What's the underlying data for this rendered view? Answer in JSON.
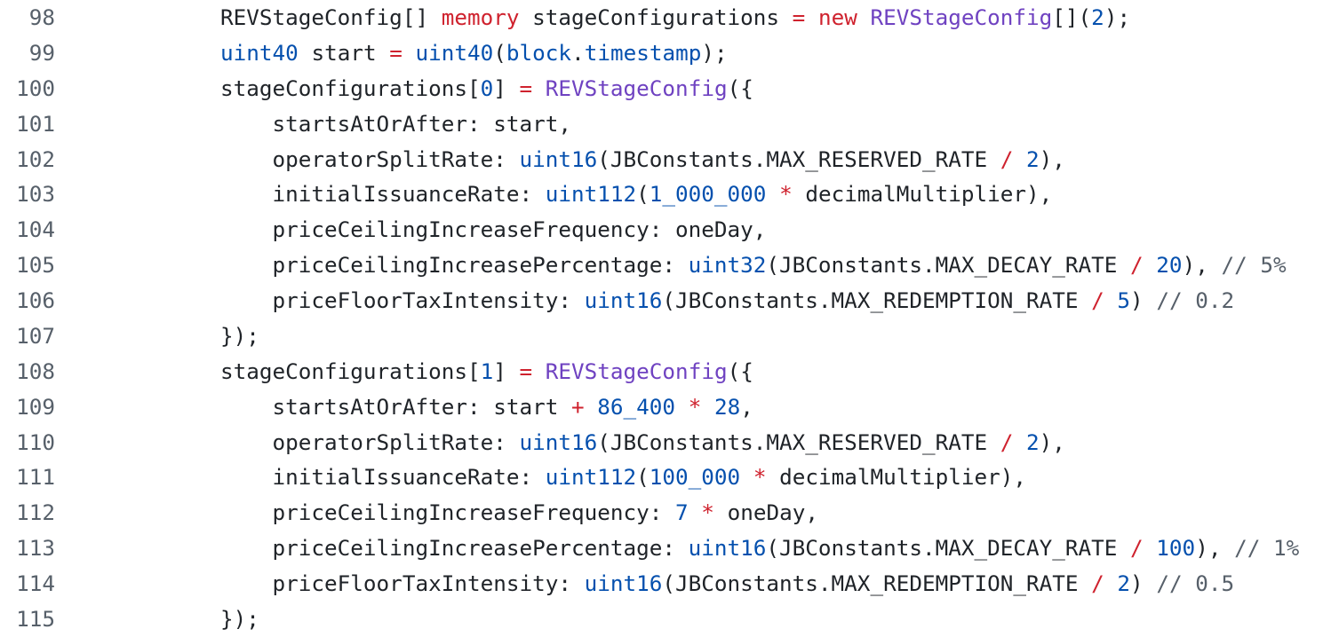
{
  "editor": {
    "language": "solidity",
    "colors": {
      "background": "#ffffff",
      "plain": "#1f2328",
      "keyword": "#cf222e",
      "constant": "#0550ae",
      "entity": "#6f42c1",
      "comment": "#57606a",
      "line_number": "#57606a"
    },
    "token_legend": {
      "p": "plain-text",
      "k": "keyword-or-operator",
      "n": "type-or-number-constant",
      "e": "entity-type-name",
      "c": "comment"
    },
    "lines": [
      {
        "number": "98",
        "tokens": [
          [
            "p",
            "        REVStageConfig[] "
          ],
          [
            "k",
            "memory"
          ],
          [
            "p",
            " stageConfigurations "
          ],
          [
            "k",
            "="
          ],
          [
            "p",
            " "
          ],
          [
            "k",
            "new"
          ],
          [
            "p",
            " "
          ],
          [
            "e",
            "REVStageConfig"
          ],
          [
            "p",
            "[]("
          ],
          [
            "n",
            "2"
          ],
          [
            "p",
            ");"
          ]
        ]
      },
      {
        "number": "99",
        "tokens": [
          [
            "p",
            "        "
          ],
          [
            "n",
            "uint40"
          ],
          [
            "p",
            " start "
          ],
          [
            "k",
            "="
          ],
          [
            "p",
            " "
          ],
          [
            "n",
            "uint40"
          ],
          [
            "p",
            "("
          ],
          [
            "n",
            "block"
          ],
          [
            "p",
            "."
          ],
          [
            "n",
            "timestamp"
          ],
          [
            "p",
            ");"
          ]
        ]
      },
      {
        "number": "100",
        "tokens": [
          [
            "p",
            "        stageConfigurations["
          ],
          [
            "n",
            "0"
          ],
          [
            "p",
            "] "
          ],
          [
            "k",
            "="
          ],
          [
            "p",
            " "
          ],
          [
            "e",
            "REVStageConfig"
          ],
          [
            "p",
            "({"
          ]
        ]
      },
      {
        "number": "101",
        "tokens": [
          [
            "p",
            "            startsAtOrAfter: start,"
          ]
        ]
      },
      {
        "number": "102",
        "tokens": [
          [
            "p",
            "            operatorSplitRate: "
          ],
          [
            "n",
            "uint16"
          ],
          [
            "p",
            "(JBConstants.MAX_RESERVED_RATE "
          ],
          [
            "k",
            "/"
          ],
          [
            "p",
            " "
          ],
          [
            "n",
            "2"
          ],
          [
            "p",
            "),"
          ]
        ]
      },
      {
        "number": "103",
        "tokens": [
          [
            "p",
            "            initialIssuanceRate: "
          ],
          [
            "n",
            "uint112"
          ],
          [
            "p",
            "("
          ],
          [
            "n",
            "1_000_000"
          ],
          [
            "p",
            " "
          ],
          [
            "k",
            "*"
          ],
          [
            "p",
            " decimalMultiplier),"
          ]
        ]
      },
      {
        "number": "104",
        "tokens": [
          [
            "p",
            "            priceCeilingIncreaseFrequency: oneDay,"
          ]
        ]
      },
      {
        "number": "105",
        "tokens": [
          [
            "p",
            "            priceCeilingIncreasePercentage: "
          ],
          [
            "n",
            "uint32"
          ],
          [
            "p",
            "(JBConstants.MAX_DECAY_RATE "
          ],
          [
            "k",
            "/"
          ],
          [
            "p",
            " "
          ],
          [
            "n",
            "20"
          ],
          [
            "p",
            "), "
          ],
          [
            "c",
            "// 5%"
          ]
        ]
      },
      {
        "number": "106",
        "tokens": [
          [
            "p",
            "            priceFloorTaxIntensity: "
          ],
          [
            "n",
            "uint16"
          ],
          [
            "p",
            "(JBConstants.MAX_REDEMPTION_RATE "
          ],
          [
            "k",
            "/"
          ],
          [
            "p",
            " "
          ],
          [
            "n",
            "5"
          ],
          [
            "p",
            ") "
          ],
          [
            "c",
            "// 0.2"
          ]
        ]
      },
      {
        "number": "107",
        "tokens": [
          [
            "p",
            "        });"
          ]
        ]
      },
      {
        "number": "108",
        "tokens": [
          [
            "p",
            "        stageConfigurations["
          ],
          [
            "n",
            "1"
          ],
          [
            "p",
            "] "
          ],
          [
            "k",
            "="
          ],
          [
            "p",
            " "
          ],
          [
            "e",
            "REVStageConfig"
          ],
          [
            "p",
            "({"
          ]
        ]
      },
      {
        "number": "109",
        "tokens": [
          [
            "p",
            "            startsAtOrAfter: start "
          ],
          [
            "k",
            "+"
          ],
          [
            "p",
            " "
          ],
          [
            "n",
            "86_400"
          ],
          [
            "p",
            " "
          ],
          [
            "k",
            "*"
          ],
          [
            "p",
            " "
          ],
          [
            "n",
            "28"
          ],
          [
            "p",
            ","
          ]
        ]
      },
      {
        "number": "110",
        "tokens": [
          [
            "p",
            "            operatorSplitRate: "
          ],
          [
            "n",
            "uint16"
          ],
          [
            "p",
            "(JBConstants.MAX_RESERVED_RATE "
          ],
          [
            "k",
            "/"
          ],
          [
            "p",
            " "
          ],
          [
            "n",
            "2"
          ],
          [
            "p",
            "),"
          ]
        ]
      },
      {
        "number": "111",
        "tokens": [
          [
            "p",
            "            initialIssuanceRate: "
          ],
          [
            "n",
            "uint112"
          ],
          [
            "p",
            "("
          ],
          [
            "n",
            "100_000"
          ],
          [
            "p",
            " "
          ],
          [
            "k",
            "*"
          ],
          [
            "p",
            " decimalMultiplier),"
          ]
        ]
      },
      {
        "number": "112",
        "tokens": [
          [
            "p",
            "            priceCeilingIncreaseFrequency: "
          ],
          [
            "n",
            "7"
          ],
          [
            "p",
            " "
          ],
          [
            "k",
            "*"
          ],
          [
            "p",
            " oneDay,"
          ]
        ]
      },
      {
        "number": "113",
        "tokens": [
          [
            "p",
            "            priceCeilingIncreasePercentage: "
          ],
          [
            "n",
            "uint16"
          ],
          [
            "p",
            "(JBConstants.MAX_DECAY_RATE "
          ],
          [
            "k",
            "/"
          ],
          [
            "p",
            " "
          ],
          [
            "n",
            "100"
          ],
          [
            "p",
            "), "
          ],
          [
            "c",
            "// 1%"
          ]
        ]
      },
      {
        "number": "114",
        "tokens": [
          [
            "p",
            "            priceFloorTaxIntensity: "
          ],
          [
            "n",
            "uint16"
          ],
          [
            "p",
            "(JBConstants.MAX_REDEMPTION_RATE "
          ],
          [
            "k",
            "/"
          ],
          [
            "p",
            " "
          ],
          [
            "n",
            "2"
          ],
          [
            "p",
            ") "
          ],
          [
            "c",
            "// 0.5"
          ]
        ]
      },
      {
        "number": "115",
        "tokens": [
          [
            "p",
            "        });"
          ]
        ]
      }
    ]
  }
}
